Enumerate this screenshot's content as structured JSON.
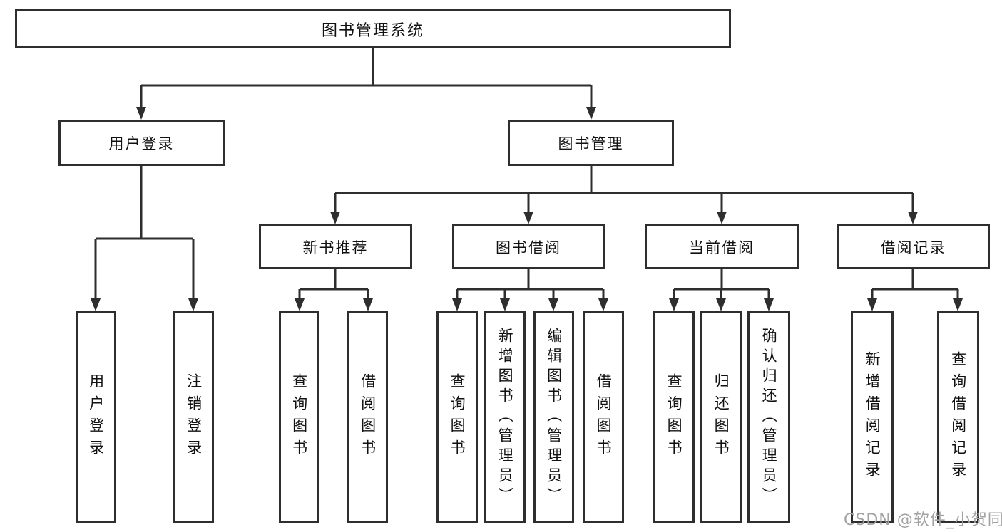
{
  "tree": {
    "root": "图书管理系统",
    "branches": [
      {
        "label": "用户登录",
        "children": [
          "用户登录",
          "注销登录"
        ]
      },
      {
        "label": "图书管理",
        "modules": [
          {
            "label": "新书推荐",
            "children": [
              "查询图书",
              "借阅图书"
            ]
          },
          {
            "label": "图书借阅",
            "children": [
              "查询图书",
              "新增图书（管理员）",
              "编辑图书（管理员）",
              "借阅图书"
            ]
          },
          {
            "label": "当前借阅",
            "children": [
              "查询图书",
              "归还图书",
              "确认归还（管理员）"
            ]
          },
          {
            "label": "借阅记录",
            "children": [
              "新增借阅记录",
              "查询借阅记录"
            ]
          }
        ]
      }
    ]
  },
  "watermark": "CSDN @软件_小贺同学",
  "colors": {
    "line": "#2e2e2e",
    "text": "#111111",
    "watermark": "#a3a3a3",
    "background": "#ffffff"
  }
}
